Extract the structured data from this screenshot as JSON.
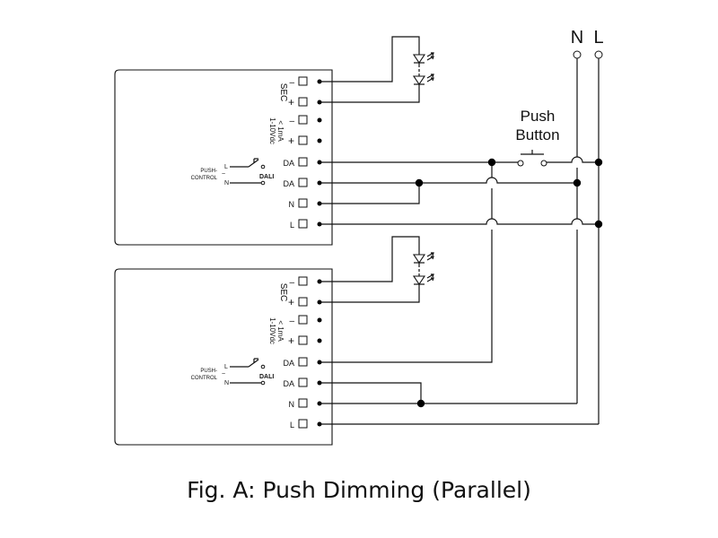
{
  "supply": {
    "neutral_label": "N",
    "live_label": "L"
  },
  "push_button": {
    "line1": "Push",
    "line2": "Button"
  },
  "driver": {
    "sec_label": "SEC",
    "dim_label_line1": "1-10Vdc",
    "dim_label_line2": "< 1mA",
    "terminals": [
      "–",
      "+",
      "–",
      "+",
      "DA",
      "DA",
      "N",
      "L"
    ],
    "push_label_line1": "PUSH-",
    "push_label_line2": "CONTROL",
    "switch_L": "L",
    "switch_N": "N",
    "tilde": "~",
    "dali_label": "DALI"
  },
  "caption": "Fig. A: Push Dimming (Parallel)"
}
